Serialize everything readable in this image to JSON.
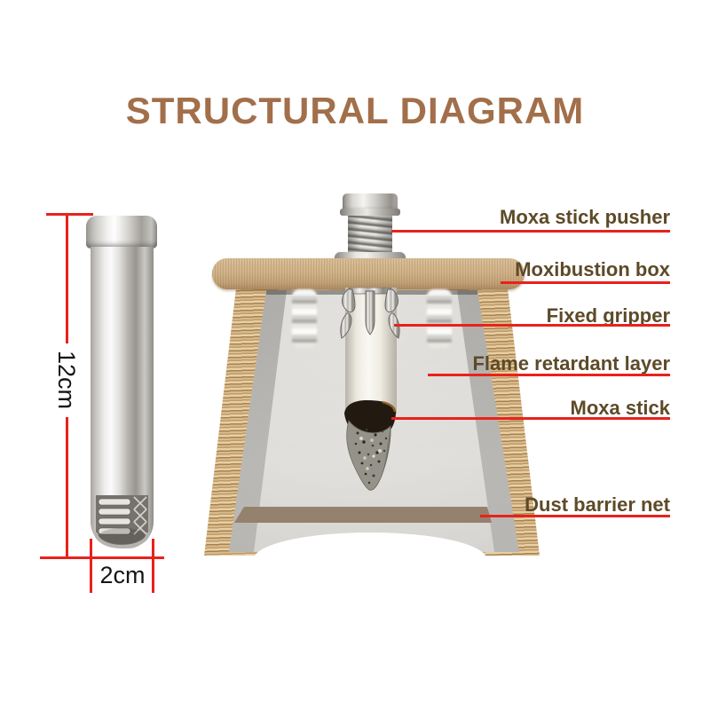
{
  "title": "STRUCTURAL DIAGRAM",
  "annotations": [
    {
      "label": "Moxa stick pusher"
    },
    {
      "label": "Moxibustion box"
    },
    {
      "label": "Fixed gripper"
    },
    {
      "label": "Flame retardant layer"
    },
    {
      "label": "Moxa stick"
    },
    {
      "label": "Dust barrier net"
    }
  ],
  "tube_dimensions": {
    "height": "12cm",
    "width": "2cm"
  },
  "colors": {
    "annotation_red": "#e8221c",
    "title_brown": "#a26f4a",
    "label_brown": "#5d4a28",
    "wood_tan": "#cfb288",
    "bamboo_tan": "#d9bc8e",
    "metal_gray": "#d4d2ce",
    "dust_bar_brown": "#9a8571",
    "background": "#ffffff"
  }
}
